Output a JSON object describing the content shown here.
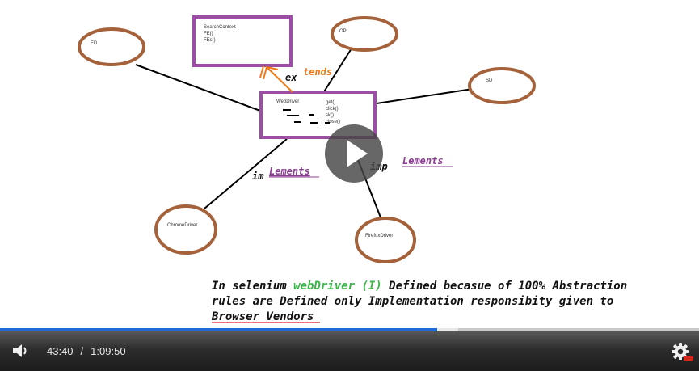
{
  "diagram": {
    "nodes": {
      "ed": "ED",
      "op": "OP",
      "sd": "SD",
      "chrome": "ChromeDriver",
      "firefox": "FirefoxDriver"
    },
    "search_context_box": {
      "lines": [
        "SearchContext",
        "FE()",
        "FEs()"
      ]
    },
    "webdriver_box": {
      "title": "WebDriver",
      "methods": [
        "get()",
        "click()",
        "sk()",
        "close()"
      ]
    },
    "annotations": {
      "extends_prefix": "ex",
      "extends_suffix": "tends",
      "implements_left_prefix": "im",
      "implements_left_suffix": "Lements",
      "implements_right_prefix": "imp",
      "implements_right_suffix": "Lements"
    },
    "caption": {
      "line1_a": "In selenium ",
      "line1_b": "webDriver (I)",
      "line1_c": "  Defined becasue of 100% Abstraction",
      "line2": "rules are Defined only Implementation responsibity given to",
      "line3": "Browser Vendors"
    },
    "colors": {
      "node_stroke": "#a5623a",
      "box_stroke": "#9b4fa3",
      "extends": "#f07a16",
      "implements": "#8a3c92",
      "highlight_green": "#3bb54a",
      "highlight_red": "#d81f26"
    }
  },
  "player": {
    "current_time": "43:40",
    "separator": "/",
    "duration": "1:09:50",
    "played_fraction": 0.625,
    "buffered_fraction": 0.655,
    "icons": {
      "play": "play-icon",
      "volume": "volume-icon",
      "settings": "gear-icon",
      "hd": "hd-badge-icon"
    }
  }
}
